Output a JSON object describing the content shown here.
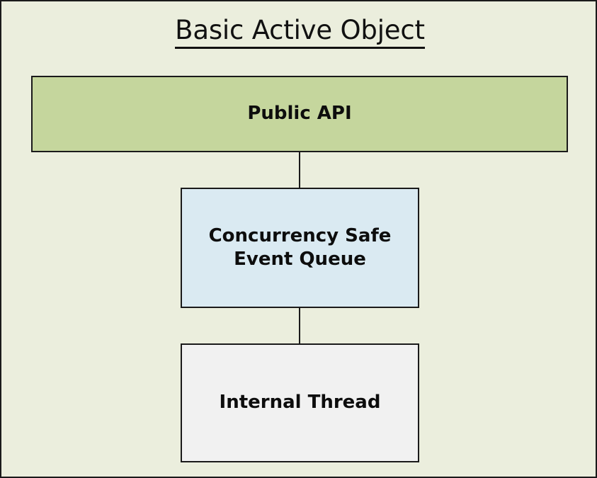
{
  "diagram": {
    "title": "Basic Active Object",
    "background_color": "#ebeedd",
    "border_color": "#1a1a1a",
    "nodes": [
      {
        "id": "public-api",
        "label": "Public API",
        "fill_color": "#c5d69d",
        "text_color": "#0d0d0d"
      },
      {
        "id": "event-queue",
        "label": "Concurrency Safe\nEvent Queue",
        "fill_color": "#daeaf2",
        "text_color": "#0d0d0d"
      },
      {
        "id": "internal-thread",
        "label": "Internal Thread",
        "fill_color": "#f1f1f1",
        "text_color": "#0d0d0d"
      }
    ],
    "connectors": [
      {
        "id": "api-to-queue",
        "from": "public-api",
        "to": "event-queue"
      },
      {
        "id": "queue-to-thread",
        "from": "event-queue",
        "to": "internal-thread"
      }
    ]
  }
}
